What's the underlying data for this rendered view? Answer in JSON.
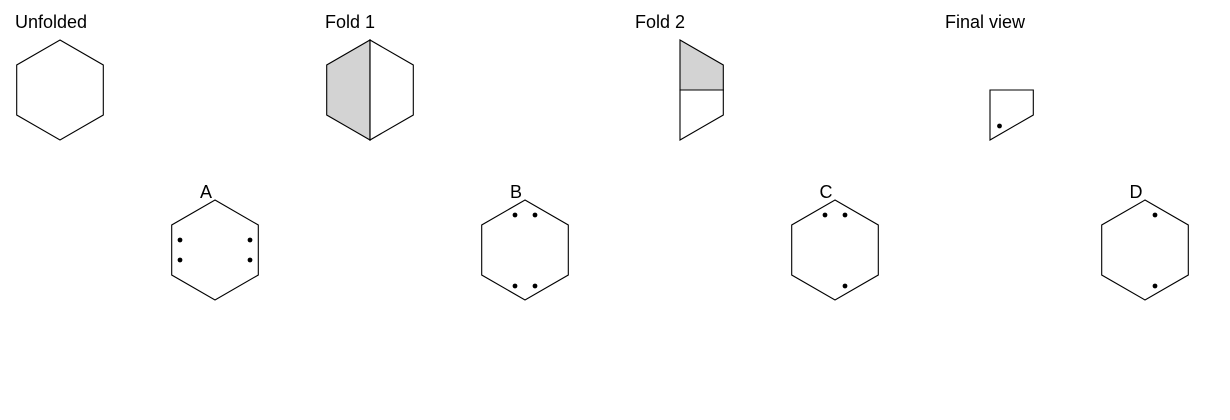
{
  "stages": [
    {
      "id": "unfolded",
      "label": "Unfolded"
    },
    {
      "id": "fold1",
      "label": "Fold 1"
    },
    {
      "id": "fold2",
      "label": "Fold 2"
    },
    {
      "id": "final",
      "label": "Final view"
    }
  ],
  "options": [
    {
      "id": "A",
      "label": "A"
    },
    {
      "id": "B",
      "label": "B"
    },
    {
      "id": "C",
      "label": "C"
    },
    {
      "id": "D",
      "label": "D"
    }
  ],
  "colors": {
    "stroke": "#000000",
    "folded_region": "#d3d3d3",
    "paper": "#ffffff",
    "hole": "#000000"
  },
  "shape": "hexagon"
}
